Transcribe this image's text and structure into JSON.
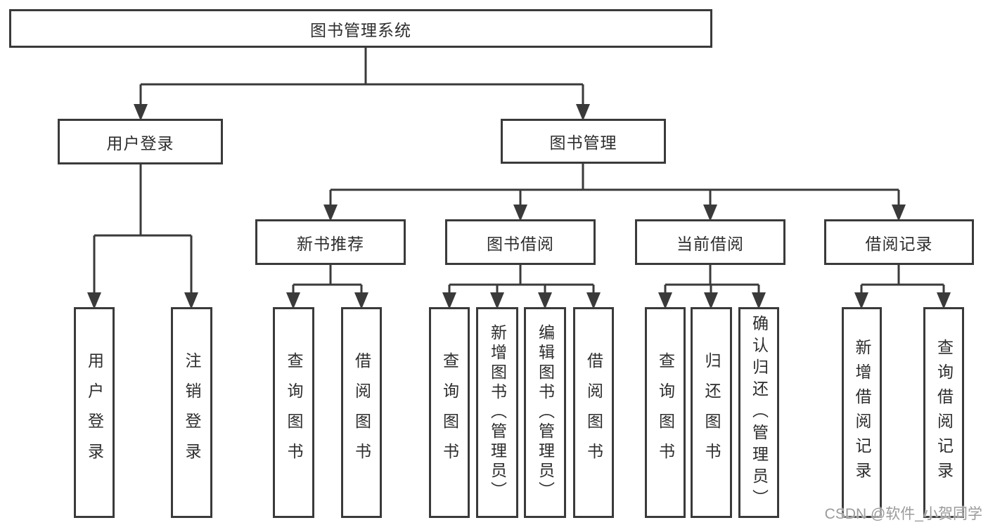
{
  "tree": {
    "label": "图书管理系统",
    "children": [
      {
        "label": "用户登录",
        "children": [
          {
            "label": "用户登录"
          },
          {
            "label": "注销登录"
          }
        ]
      },
      {
        "label": "图书管理",
        "children": [
          {
            "label": "新书推荐",
            "children": [
              {
                "label": "查询图书"
              },
              {
                "label": "借阅图书"
              }
            ]
          },
          {
            "label": "图书借阅",
            "children": [
              {
                "label": "查询图书"
              },
              {
                "label": "新增图书（管理员）"
              },
              {
                "label": "编辑图书（管理员）"
              },
              {
                "label": "借阅图书"
              }
            ]
          },
          {
            "label": "当前借阅",
            "children": [
              {
                "label": "查询图书"
              },
              {
                "label": "归还图书"
              },
              {
                "label": "确认归还（管理员）"
              }
            ]
          },
          {
            "label": "借阅记录",
            "children": [
              {
                "label": "新增借阅记录"
              },
              {
                "label": "查询借阅记录"
              }
            ]
          }
        ]
      }
    ]
  },
  "watermark": "CSDN @软件_小贺同学",
  "colors": {
    "line": "#3a3a3a",
    "box_border": "#3a3a3a",
    "text": "#2d2d2d",
    "watermark": "#9b9b9b",
    "background": "#ffffff"
  }
}
